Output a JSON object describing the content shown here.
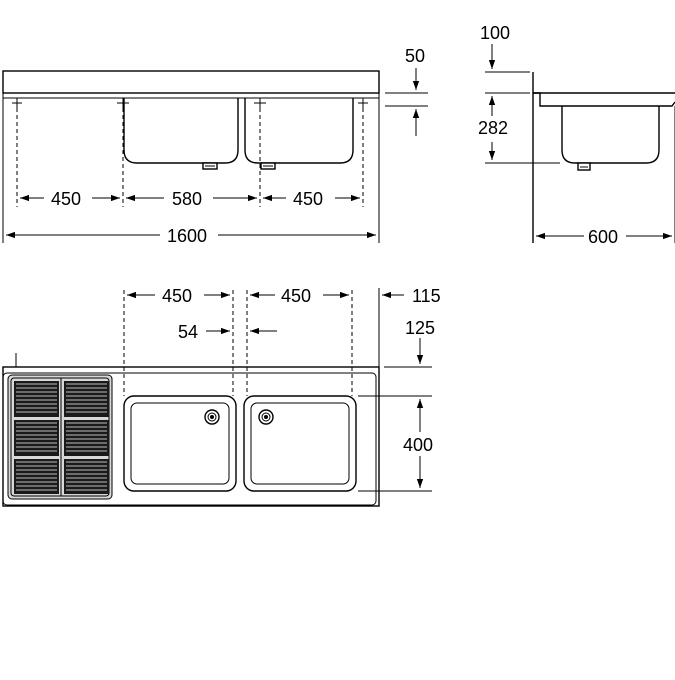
{
  "dimensions": {
    "front_left_bay": "450",
    "front_center": "580",
    "front_right_bay": "450",
    "overall_length": "1600",
    "top_thickness": "50",
    "side_top_height": "100",
    "side_bowl_depth": "282",
    "side_width": "600",
    "plan_left_bowl_width": "450",
    "plan_right_bowl_width": "450",
    "plan_right_offset": "115",
    "plan_gap": "54",
    "plan_front_offset": "125",
    "plan_bowl_depth": "400"
  }
}
